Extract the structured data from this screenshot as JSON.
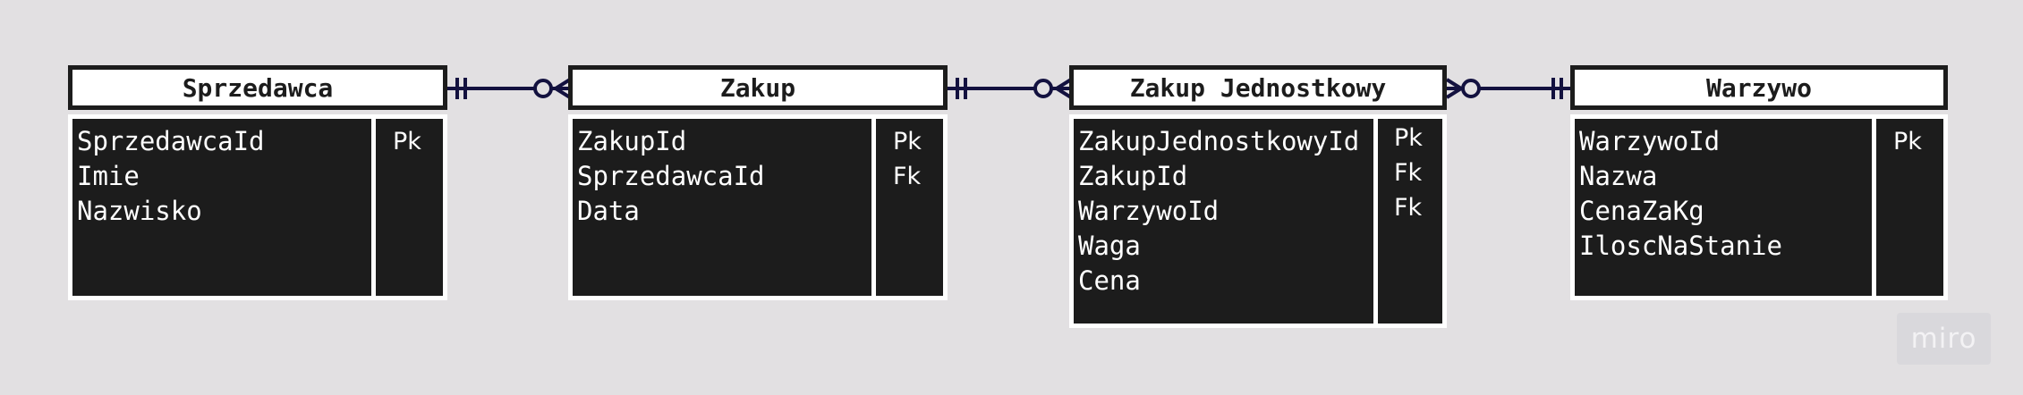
{
  "entities": [
    {
      "name": "Sprzedawca",
      "fields": [
        "SprzedawcaId",
        "Imie",
        "Nazwisko"
      ],
      "keys": [
        "Pk"
      ]
    },
    {
      "name": "Zakup",
      "fields": [
        "ZakupId",
        "SprzedawcaId",
        "Data"
      ],
      "keys": [
        "Pk",
        "Fk"
      ]
    },
    {
      "name": "Zakup Jednostkowy",
      "fields": [
        "ZakupJednostkowyId",
        "ZakupId",
        "WarzywoId",
        "Waga",
        "Cena"
      ],
      "keys": [
        "Pk",
        "Fk",
        "Fk"
      ]
    },
    {
      "name": "Warzywo",
      "fields": [
        "WarzywoId",
        "Nazwa",
        "CenaZaKg",
        "IloscNaStanie"
      ],
      "keys": [
        "Pk"
      ]
    }
  ],
  "relationships": [
    {
      "from": "Sprzedawca",
      "to": "Zakup",
      "from_cardinality": "one-and-only-one",
      "to_cardinality": "zero-or-many"
    },
    {
      "from": "Zakup",
      "to": "Zakup Jednostkowy",
      "from_cardinality": "one-and-only-one",
      "to_cardinality": "zero-or-many"
    },
    {
      "from": "Zakup Jednostkowy",
      "to": "Warzywo",
      "from_cardinality": "zero-or-many",
      "to_cardinality": "one-and-only-one"
    }
  ],
  "watermark": "miro",
  "colors": {
    "background": "#e2e0e2",
    "entity_fill": "#1c1c1c",
    "connector": "#13113f",
    "header_fill": "#ffffff"
  }
}
